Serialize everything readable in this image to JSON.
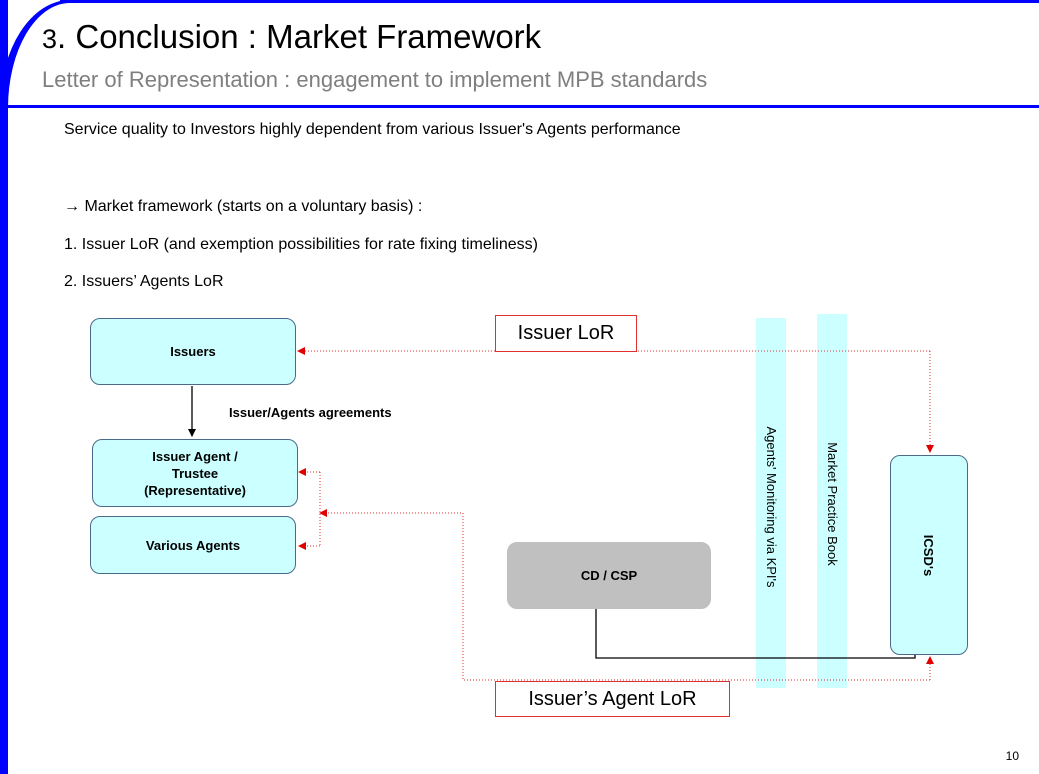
{
  "header": {
    "title_number": "3",
    "title_text": ". Conclusion : Market Framework",
    "subtitle": "Letter of Representation : engagement to implement MPB standards"
  },
  "body": {
    "line1": "Service quality to Investors highly dependent from various Issuer's Agents performance",
    "line2": "→  Market framework (starts on a voluntary basis) :",
    "line3": "1. Issuer LoR (and exemption possibilities for rate fixing timeliness)",
    "line4": "2. Issuers’ Agents LoR"
  },
  "diagram": {
    "issuers": "Issuers",
    "issuer_agent_line1": "Issuer Agent /",
    "issuer_agent_line2": "Trustee",
    "issuer_agent_line3": "(Representative)",
    "various_agents": "Various Agents",
    "cd_csp": "CD / CSP",
    "icsds": "ICSD's",
    "agreements_label": "Issuer/Agents agreements",
    "issuer_lor": "Issuer LoR",
    "issuer_agent_lor": "Issuer’s Agent LoR",
    "agents_monitoring": "Agents' Monitoring via KPI's",
    "market_practice_book": "Market Practice Book"
  },
  "colors": {
    "frame": "#0000ff",
    "box_fill": "#ccffff",
    "grey_box": "#c0c0c0",
    "lor_border": "#e03030",
    "dotted_line": "#e03030"
  },
  "footer": {
    "page_number": "10"
  }
}
